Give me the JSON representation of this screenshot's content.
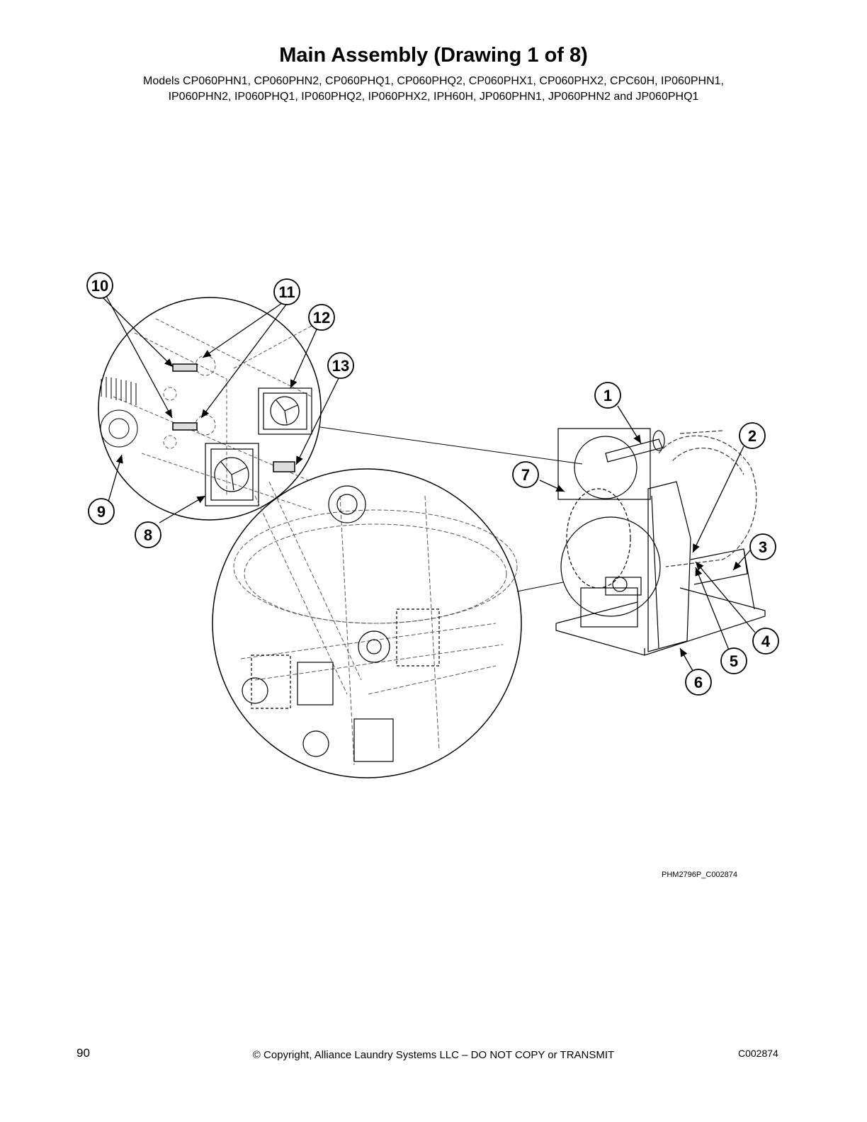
{
  "page": {
    "title": "Main Assembly (Drawing 1 of 8)",
    "models_line_1": "Models CP060PHN1, CP060PHN2, CP060PHQ1, CP060PHQ2, CP060PHX1, CP060PHX2, CPC60H, IP060PHN1,",
    "models_line_2": "IP060PHN2, IP060PHQ1, IP060PHQ2, IP060PHX2, IPH60H, JP060PHN1, JP060PHN2 and JP060PHQ1",
    "drawing_code": "PHM2796P_C002874"
  },
  "callouts": [
    "1",
    "2",
    "3",
    "4",
    "5",
    "6",
    "7",
    "8",
    "9",
    "10",
    "11",
    "12",
    "13"
  ],
  "footer": {
    "page_number": "90",
    "copyright": "© Copyright, Alliance Laundry Systems LLC – DO NOT COPY or TRANSMIT",
    "doc_code": "C002874"
  }
}
